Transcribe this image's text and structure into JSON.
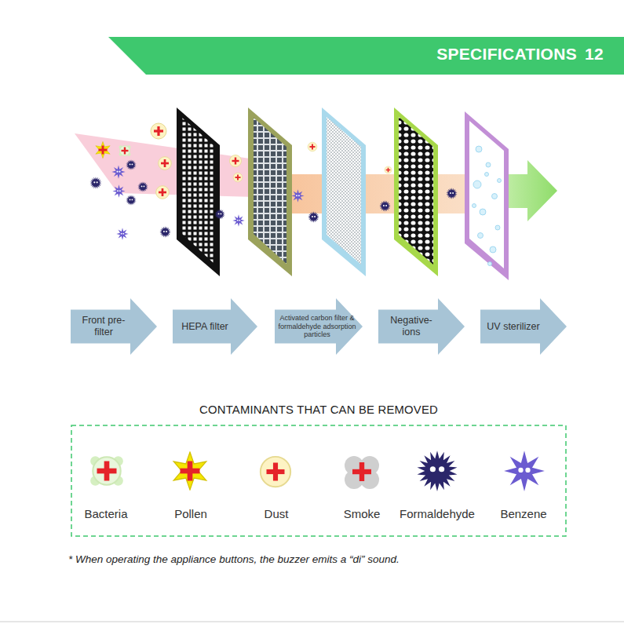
{
  "diagram": {
    "title": "SPECIFICATIONS",
    "nodes": [
      {
        "text": [
          "Front pre-filter"
        ]
      },
      {
        "text": [
          "HEPA filter"
        ]
      },
      {
        "text": [
          "Activated carbon filter & formaldehyde adsorption particles"
        ]
      },
      {
        "text": [
          "Negative-ions"
        ]
      },
      {
        "text": [
          "UV sterilizer"
        ]
      },
      {
        "text": [
          "CONTAMINANTS THAT CAN BE REMOVED"
        ]
      }
    ],
    "labels": [
      "12",
      "Bacteria",
      "Pollen",
      "Dust",
      "Smoke",
      "Formaldehyde",
      "Benzene",
      "* When operating the appliance buttons, the buzzer emits a “di” sound."
    ]
  }
}
